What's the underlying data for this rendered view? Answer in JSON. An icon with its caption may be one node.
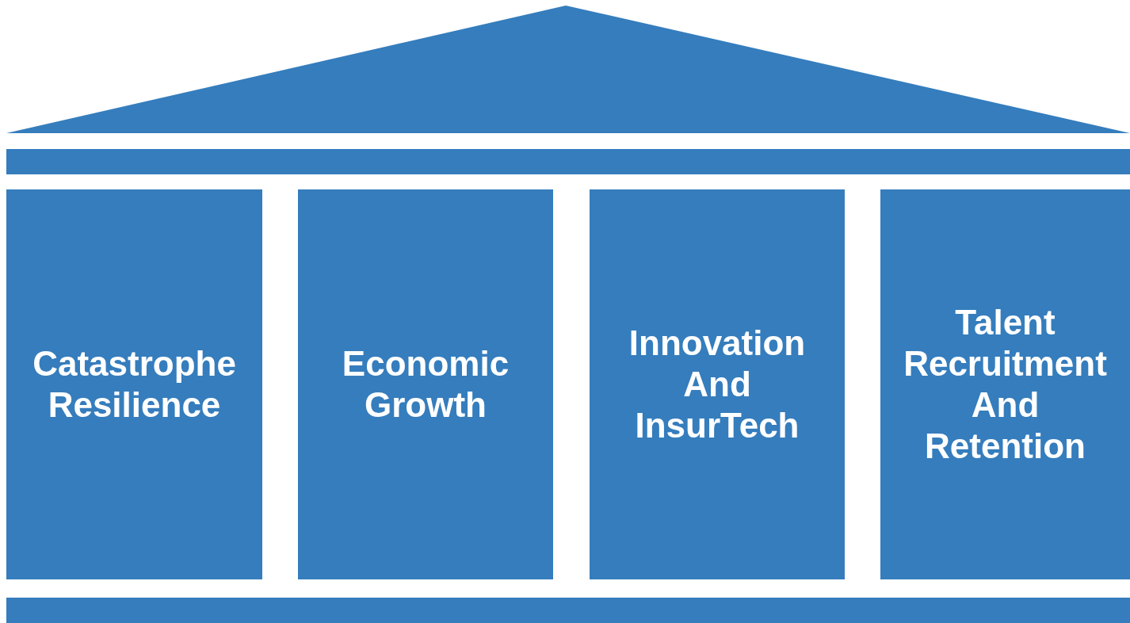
{
  "diagram": {
    "nodes": [
      {
        "text": [],
        "shape": "triangle"
      },
      {
        "text": [],
        "shape": "bar"
      },
      {
        "text": [
          "Catastrophe Resilience"
        ]
      },
      {
        "text": [
          "Economic Growth"
        ]
      },
      {
        "text": [
          "Innovation And InsurTech"
        ]
      },
      {
        "text": [
          "Talent Recruitment And Retention"
        ]
      },
      {
        "text": [],
        "shape": "bar"
      }
    ]
  }
}
